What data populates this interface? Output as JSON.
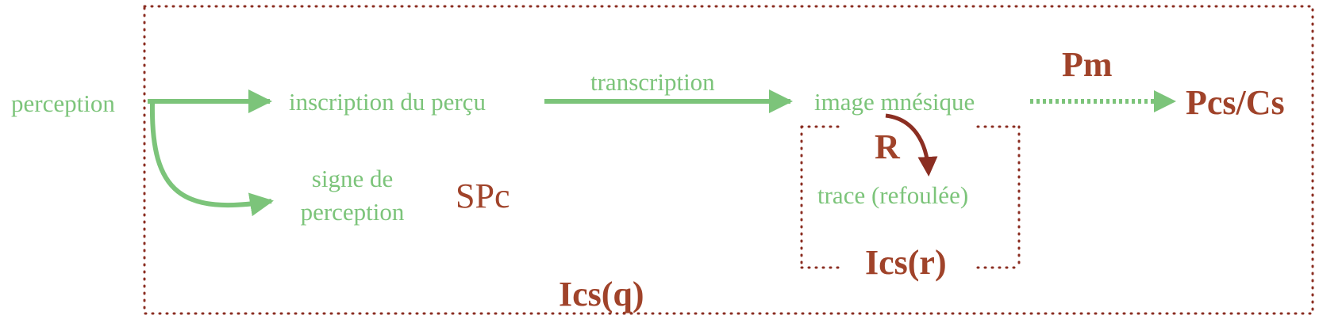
{
  "colors": {
    "green": "#7cc47a",
    "red": "#a0432a",
    "dotted_border": "#8b2e22"
  },
  "nodes": {
    "perception": "perception",
    "inscription": "inscription du perçu",
    "signe_line1": "signe de",
    "signe_line2": "perception",
    "image_mnesique": "image mnésique",
    "trace": "trace (refoulée)"
  },
  "edges": {
    "transcription": "transcription"
  },
  "regions": {
    "spc": "SPc",
    "pm": "Pm",
    "pcs_cs": "Pcs/Cs",
    "r": "R",
    "ics_r": "Ics(r)",
    "ics_q": "Ics(q)"
  }
}
